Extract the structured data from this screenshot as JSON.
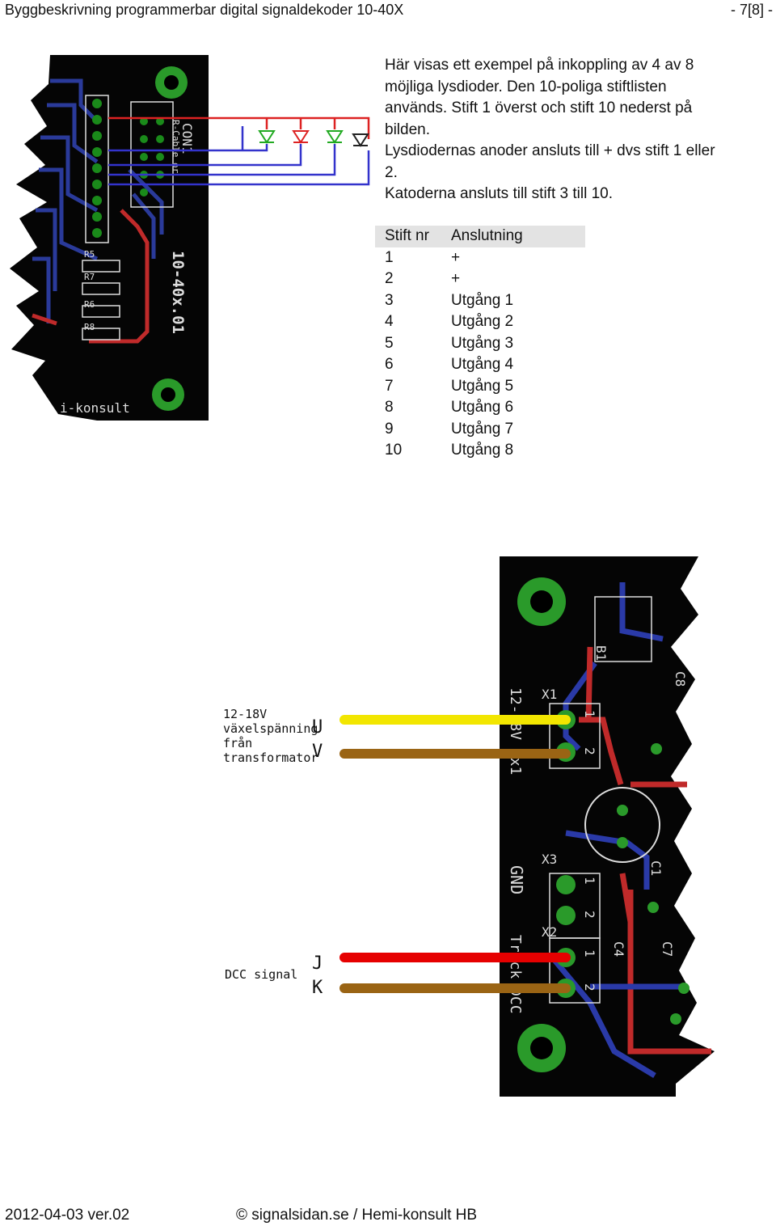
{
  "header": {
    "title": "Byggbeskrivning programmerbar digital signaldekoder 10-40X",
    "page": "- 7[8] -"
  },
  "description": [
    "Här visas ett exempel på inkoppling av 4 av 8 möjliga lysdioder. Den 10-poliga stiftlisten används. Stift 1 överst och stift 10 nederst på bilden.",
    "Lysdiodernas anoder ansluts till + dvs stift 1 eller 2.",
    "Katoderna ansluts till stift 3 till 10."
  ],
  "pin_table": {
    "headers": [
      "Stift nr",
      "Anslutning"
    ],
    "rows": [
      [
        "1",
        "+"
      ],
      [
        "2",
        "+"
      ],
      [
        "3",
        "Utgång 1"
      ],
      [
        "4",
        "Utgång 2"
      ],
      [
        "5",
        "Utgång 3"
      ],
      [
        "6",
        "Utgång 4"
      ],
      [
        "7",
        "Utgång 5"
      ],
      [
        "8",
        "Utgång 6"
      ],
      [
        "9",
        "Utgång 7"
      ],
      [
        "10",
        "Utgång 8"
      ]
    ]
  },
  "board1": {
    "connector": "CON1",
    "connector_sub": "R-Cable or",
    "board_id": "10-40x.01",
    "resistors": [
      "R5",
      "R7",
      "R6",
      "R8"
    ],
    "maker": "i-konsult",
    "led_colors": [
      "#22aa22",
      "#dd2222",
      "#22aa22",
      "#222222"
    ]
  },
  "board2": {
    "voltage_label": "12-18V",
    "ac_label": "växelspänning",
    "from_label": "från",
    "transformer_label": "transformator",
    "wire_u": "U",
    "wire_v": "V",
    "dcc_label": "DCC signal",
    "wire_j": "J",
    "wire_k": "K",
    "silk": {
      "x1": "X1",
      "x2": "X2",
      "x3": "X3",
      "gnd": "GND",
      "track": "Track DCC",
      "vin": "12-18V vx1",
      "b1": "B1",
      "c1": "C1",
      "c4": "C4",
      "c7": "C7",
      "c8": "C8",
      "pin1": "1",
      "pin2": "2"
    },
    "wire_colors": {
      "u": "#f2e600",
      "v": "#9a6414",
      "j": "#e60000",
      "k": "#9a6414"
    }
  },
  "footer": {
    "date": "2012-04-03 ver.02",
    "copyright": "© signalsidan.se / Hemi-konsult HB"
  }
}
